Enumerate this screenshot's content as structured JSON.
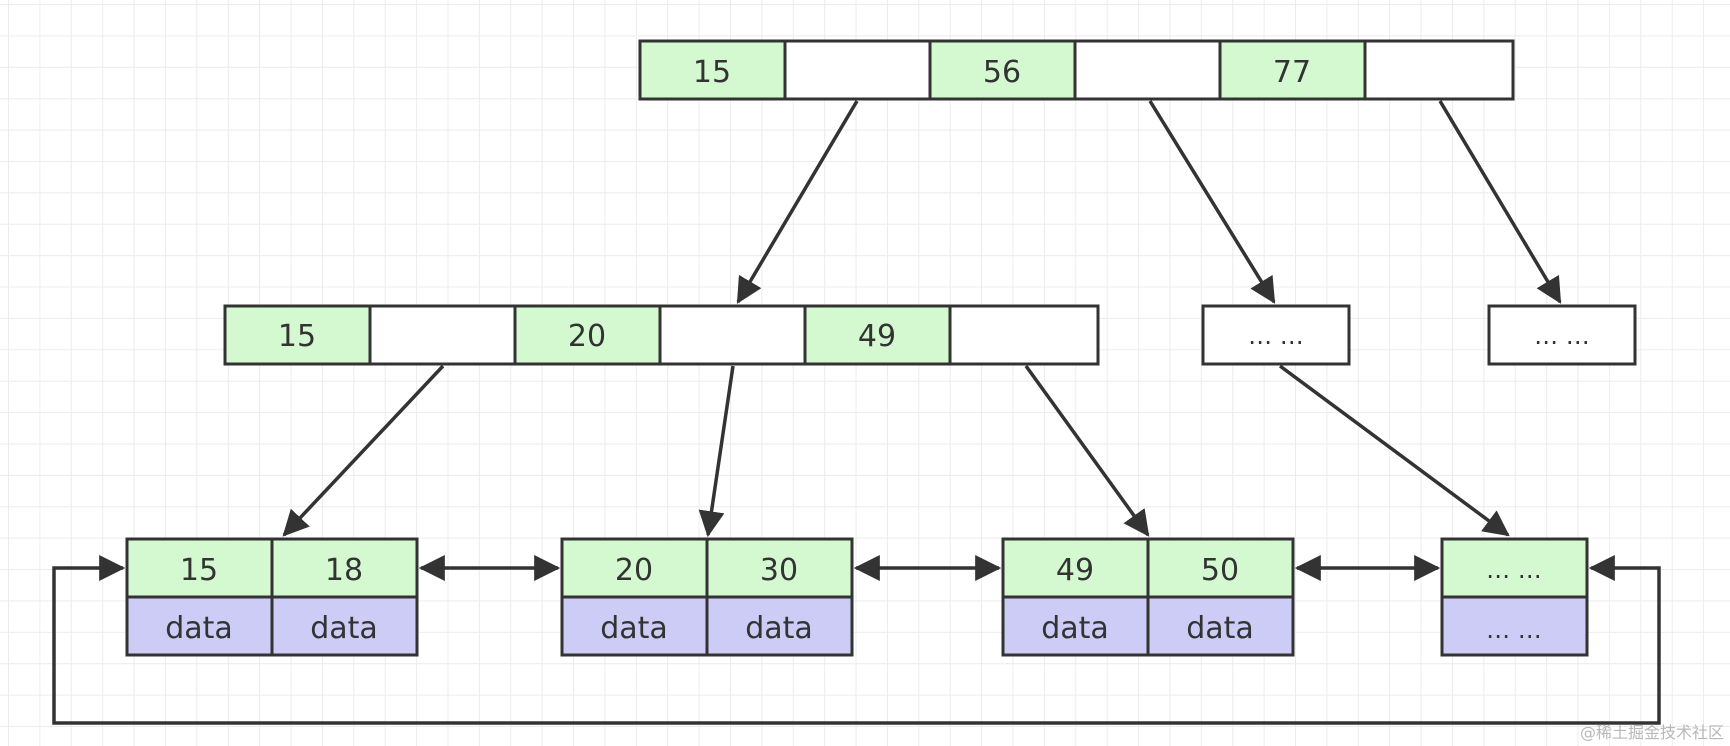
{
  "colors": {
    "key_fill": "#d4f8d0",
    "pointer_fill": "#ffffff",
    "data_fill": "#ccccf6",
    "stroke": "#333333",
    "arrow": "#333333"
  },
  "root": {
    "cells": [
      "15",
      "",
      "56",
      "",
      "77",
      ""
    ]
  },
  "internal": {
    "cells": [
      "15",
      "",
      "20",
      "",
      "49",
      ""
    ],
    "sibling_placeholder_1": "… …",
    "sibling_placeholder_2": "… …"
  },
  "leaves": [
    {
      "keys": [
        "15",
        "18"
      ],
      "data": [
        "data",
        "data"
      ]
    },
    {
      "keys": [
        "20",
        "30"
      ],
      "data": [
        "data",
        "data"
      ]
    },
    {
      "keys": [
        "49",
        "50"
      ],
      "data": [
        "data",
        "data"
      ]
    },
    {
      "keys": [
        "… …"
      ],
      "data": [
        "… …"
      ]
    }
  ],
  "watermark": "@稀土掘金技术社区"
}
